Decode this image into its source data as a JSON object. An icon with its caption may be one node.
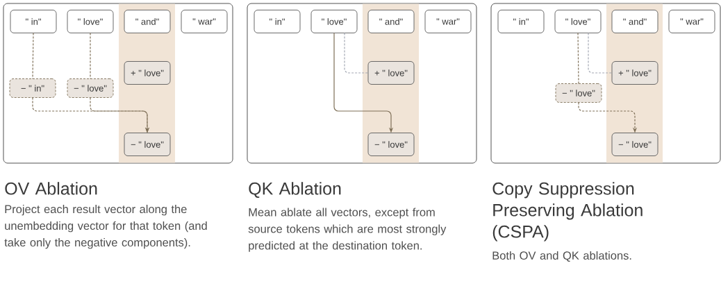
{
  "diagram": {
    "nodes": [
      {
        "text": [
          "OV Ablation",
          "Project each result vector along the unembedding vector for that token (and take only the negative components)."
        ]
      },
      {
        "text": [
          "\" in\""
        ],
        "in": 0
      },
      {
        "text": [
          "\" love\""
        ],
        "in": 0
      },
      {
        "text": [
          "\" and\""
        ],
        "in": 0
      },
      {
        "text": [
          "\" war\""
        ],
        "in": 0
      },
      {
        "text": [
          "+ \" love\""
        ],
        "in": 0
      },
      {
        "text": [
          "− \" in\""
        ],
        "in": 0
      },
      {
        "text": [
          "− \" love\""
        ],
        "in": 0
      },
      {
        "text": [
          "− \" love\""
        ],
        "in": 0
      },
      {
        "text": [
          "QK Ablation",
          "Mean ablate all vectors, except from source tokens which are most strongly predicted at the destination token."
        ]
      },
      {
        "text": [
          "\" in\""
        ],
        "in": 9
      },
      {
        "text": [
          "\" love\""
        ],
        "in": 9
      },
      {
        "text": [
          "\" and\""
        ],
        "in": 9
      },
      {
        "text": [
          "\" war\""
        ],
        "in": 9
      },
      {
        "text": [
          "+ \" love\""
        ],
        "in": 9
      },
      {
        "text": [
          "− \" love\""
        ],
        "in": 9
      },
      {
        "text": [
          "Copy Suppression Preserving Ablation (CSPA)",
          "Both OV and QK ablations."
        ]
      },
      {
        "text": [
          "\" in\""
        ],
        "in": 16
      },
      {
        "text": [
          "\" love\""
        ],
        "in": 16
      },
      {
        "text": [
          "\" and\""
        ],
        "in": 16
      },
      {
        "text": [
          "\" war\""
        ],
        "in": 16
      },
      {
        "text": [
          "+ \" love\""
        ],
        "in": 16
      },
      {
        "text": [
          "− \" love\""
        ],
        "in": 16
      },
      {
        "text": [
          "− \" love\""
        ],
        "in": 16
      }
    ],
    "edges": [
      {
        "from": 1,
        "to": 6,
        "arrow": "none",
        "style": "dashed"
      },
      {
        "from": 2,
        "to": 7,
        "arrow": "none",
        "style": "dashed"
      },
      {
        "from": 6,
        "to": 8,
        "arrow": "to",
        "style": "dashed"
      },
      {
        "from": 7,
        "to": 8,
        "arrow": "to",
        "style": "dashed"
      },
      {
        "from": 11,
        "to": 15,
        "arrow": "to"
      },
      {
        "from": 11,
        "to": 14,
        "arrow": "none",
        "style": "dashed",
        "color": "#a3a8b3"
      },
      {
        "from": 18,
        "to": 22,
        "arrow": "none",
        "style": "dashed"
      },
      {
        "from": 18,
        "to": 21,
        "arrow": "none",
        "style": "dashed",
        "color": "#a3a8b3"
      },
      {
        "from": 22,
        "to": 23,
        "arrow": "to",
        "style": "dashed"
      }
    ]
  }
}
